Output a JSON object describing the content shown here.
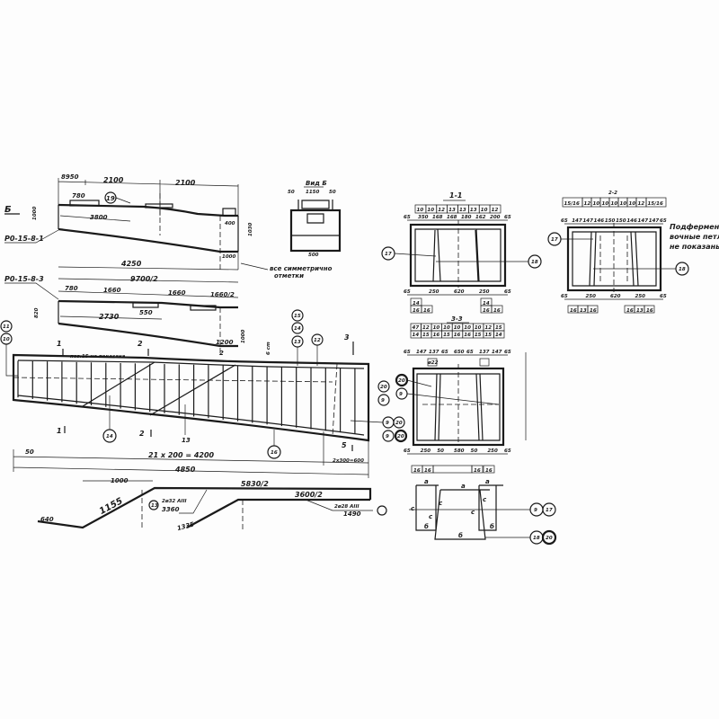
{
  "title_marks": {
    "view_b": "Вид Б",
    "section_1": "1-1",
    "section_2": "2-2",
    "section_3": "3-3",
    "arrow_b": "Б"
  },
  "elevation_top": {
    "label": "Р0-15-8-1",
    "dims": [
      "8950",
      "2100",
      "2100",
      "3800",
      "4250",
      "9700/2",
      "1000",
      "1000",
      "1030",
      "500",
      "50",
      "1150",
      "50",
      "500",
      "400",
      "780"
    ],
    "note": "все симметрично",
    "note2": "отметки",
    "callout": "19"
  },
  "elevation_mid": {
    "label": "Р0-15-8-3",
    "dims": [
      "780",
      "1660",
      "1660",
      "1660/2",
      "2730",
      "550",
      "820",
      "1000"
    ]
  },
  "main_beam": {
    "note": "поз.15 не показана",
    "callouts": [
      "11",
      "15",
      "14",
      "13",
      "12",
      "20",
      "9",
      "9",
      "20",
      "14",
      "16",
      "9"
    ],
    "label_13": "13",
    "section_marks": [
      "1",
      "1",
      "2",
      "2",
      "3",
      "3",
      "5",
      "5"
    ],
    "dims": [
      "50",
      "21 x 200 = 4200",
      "2x300=600",
      "4850",
      "1000",
      "5830/2",
      "1155",
      "3600/2",
      "2ø32 AIII",
      "3360",
      "640",
      "1335",
      "2ø28 AIII",
      "1490",
      "1200",
      "2",
      "6 cm"
    ],
    "callout_10": "10",
    "callout_13": "13"
  },
  "section_1": {
    "table": [
      "10",
      "10",
      "12",
      "13",
      "13",
      "13",
      "10",
      "12"
    ],
    "dims_top": [
      "65",
      "350",
      "168",
      "168",
      "180",
      "162",
      "200",
      "65"
    ],
    "dims_bottom": [
      "65",
      "250",
      "620",
      "250",
      "65"
    ],
    "tags_left": [
      "14",
      "16",
      "16"
    ],
    "tags_right": [
      "14",
      "16",
      "16"
    ],
    "callouts": [
      "17",
      "18"
    ]
  },
  "section_2": {
    "table": [
      "15/16",
      "12",
      "10",
      "10",
      "10",
      "10",
      "10",
      "12",
      "15/16"
    ],
    "dims_top": [
      "65",
      "147",
      "147",
      "146",
      "150",
      "150",
      "146",
      "147",
      "147",
      "65"
    ],
    "dims_bottom": [
      "65",
      "250",
      "620",
      "250",
      "65"
    ],
    "tags": [
      "16",
      "13",
      "16",
      "16",
      "13",
      "16"
    ],
    "callouts": [
      "17",
      "18"
    ],
    "note": [
      "Подферменники и стропо-",
      "вочные петли",
      "не показаны"
    ]
  },
  "section_3": {
    "table_top": [
      "47",
      "12",
      "10",
      "10",
      "10",
      "10",
      "10",
      "12",
      "15"
    ],
    "table_bottom": [
      "14",
      "15",
      "16",
      "15",
      "16",
      "16",
      "15",
      "15",
      "14"
    ],
    "dims_top": [
      "65",
      "147",
      "137",
      "65",
      "650",
      "65",
      "137",
      "147",
      "65"
    ],
    "dims_bottom": [
      "65",
      "250",
      "50",
      "580",
      "50",
      "250",
      "65"
    ],
    "tags": [
      "16",
      "16",
      "16",
      "16"
    ],
    "callouts": [
      "20",
      "9",
      "9",
      "20"
    ],
    "bar_label": "ø22"
  },
  "bar_detail": {
    "letters": [
      "a",
      "a",
      "a",
      "c",
      "c",
      "c",
      "c",
      "c",
      "б",
      "б",
      "б"
    ],
    "callouts": [
      "9",
      "17",
      "18",
      "20"
    ]
  }
}
